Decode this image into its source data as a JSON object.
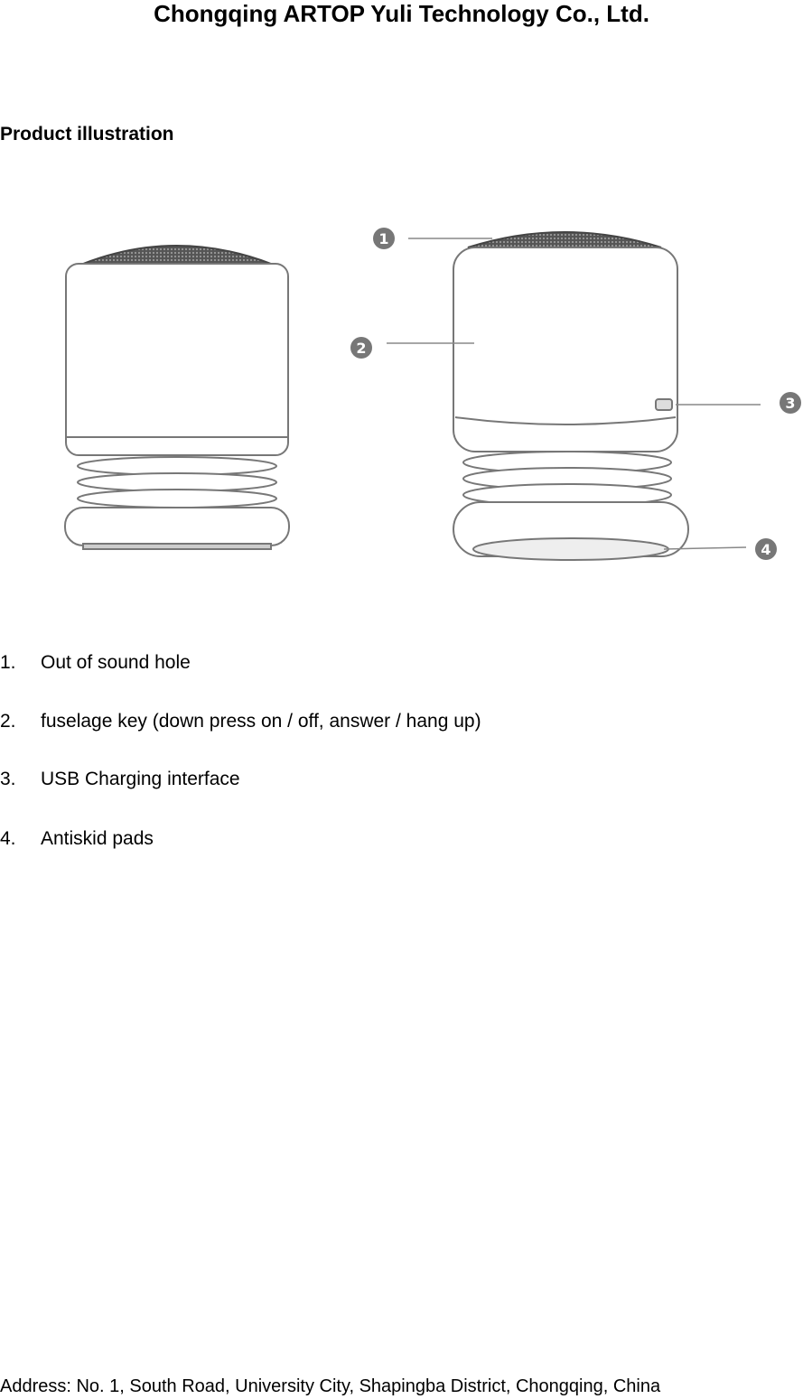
{
  "header": {
    "company": "Chongqing ARTOP Yuli Technology Co., Ltd."
  },
  "section": {
    "title": "Product illustration"
  },
  "illustration": {
    "callouts": [
      "1",
      "2",
      "3",
      "4"
    ]
  },
  "items": [
    {
      "num": "1.",
      "text": "Out of sound hole"
    },
    {
      "num": "2.",
      "text": "fuselage key (down press on / off, answer / hang up)"
    },
    {
      "num": "3.",
      "text": "USB Charging interface"
    },
    {
      "num": "4.",
      "text": "Antiskid pads"
    }
  ],
  "footer": {
    "address": "Address: No. 1, South Road, University City, Shapingba District, Chongqing, China"
  }
}
